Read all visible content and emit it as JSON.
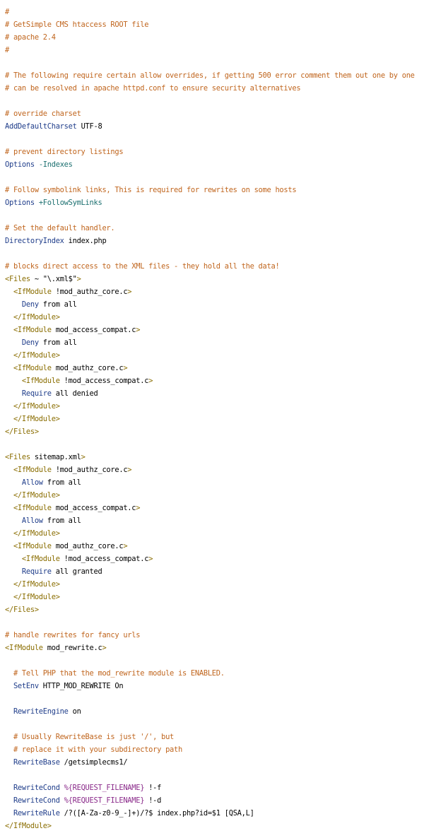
{
  "colors": {
    "comment": "#c0651d",
    "directive": "#1f3d8a",
    "tag": "#8a6d00",
    "tag_name": "#000000",
    "plain": "#000000",
    "string": "#000000",
    "option": "#1c7070",
    "variable": "#8a2a8a",
    "background": "#ffffff"
  },
  "code_lines": [
    [
      {
        "t": "comment",
        "v": "#"
      }
    ],
    [
      {
        "t": "comment",
        "v": "# GetSimple CMS htaccess ROOT file"
      }
    ],
    [
      {
        "t": "comment",
        "v": "# apache 2.4"
      }
    ],
    [
      {
        "t": "comment",
        "v": "#"
      }
    ],
    [],
    [
      {
        "t": "comment",
        "v": "# The following require certain allow overrides, if getting 500 error comment them out one by one"
      }
    ],
    [
      {
        "t": "comment",
        "v": "# can be resolved in apache httpd.conf to ensure security alternatives"
      }
    ],
    [],
    [
      {
        "t": "comment",
        "v": "# override charset"
      }
    ],
    [
      {
        "t": "directive",
        "v": "AddDefaultCharset"
      },
      {
        "t": "plain",
        "v": " UTF-8"
      }
    ],
    [],
    [
      {
        "t": "comment",
        "v": "# prevent directory listings"
      }
    ],
    [
      {
        "t": "directive",
        "v": "Options"
      },
      {
        "t": "plain",
        "v": " "
      },
      {
        "t": "option",
        "v": "-Indexes"
      }
    ],
    [],
    [
      {
        "t": "comment",
        "v": "# Follow symbolink links, This is required for rewrites on some hosts"
      }
    ],
    [
      {
        "t": "directive",
        "v": "Options"
      },
      {
        "t": "plain",
        "v": " "
      },
      {
        "t": "option",
        "v": "+FollowSymLinks"
      }
    ],
    [],
    [
      {
        "t": "comment",
        "v": "# Set the default handler."
      }
    ],
    [
      {
        "t": "directive",
        "v": "DirectoryIndex"
      },
      {
        "t": "plain",
        "v": " index.php"
      }
    ],
    [],
    [
      {
        "t": "comment",
        "v": "# blocks direct access to the XML files - they hold all the data!"
      }
    ],
    [
      {
        "t": "tag",
        "v": "<Files"
      },
      {
        "t": "plain",
        "v": " ~ "
      },
      {
        "t": "string",
        "v": "\"\\.xml$\""
      },
      {
        "t": "tag",
        "v": ">"
      }
    ],
    [
      {
        "t": "plain",
        "v": "  "
      },
      {
        "t": "tag",
        "v": "<IfModule"
      },
      {
        "t": "plain",
        "v": " !mod_authz_core.c"
      },
      {
        "t": "tag",
        "v": ">"
      }
    ],
    [
      {
        "t": "plain",
        "v": "    "
      },
      {
        "t": "directive",
        "v": "Deny"
      },
      {
        "t": "plain",
        "v": " from all"
      }
    ],
    [
      {
        "t": "plain",
        "v": "  "
      },
      {
        "t": "tag",
        "v": "</IfModule>"
      }
    ],
    [
      {
        "t": "plain",
        "v": "  "
      },
      {
        "t": "tag",
        "v": "<IfModule"
      },
      {
        "t": "plain",
        "v": " mod_access_compat.c"
      },
      {
        "t": "tag",
        "v": ">"
      }
    ],
    [
      {
        "t": "plain",
        "v": "    "
      },
      {
        "t": "directive",
        "v": "Deny"
      },
      {
        "t": "plain",
        "v": " from all"
      }
    ],
    [
      {
        "t": "plain",
        "v": "  "
      },
      {
        "t": "tag",
        "v": "</IfModule>"
      }
    ],
    [
      {
        "t": "plain",
        "v": "  "
      },
      {
        "t": "tag",
        "v": "<IfModule"
      },
      {
        "t": "plain",
        "v": " mod_authz_core.c"
      },
      {
        "t": "tag",
        "v": ">"
      }
    ],
    [
      {
        "t": "plain",
        "v": "    "
      },
      {
        "t": "tag",
        "v": "<IfModule"
      },
      {
        "t": "plain",
        "v": " !mod_access_compat.c"
      },
      {
        "t": "tag",
        "v": ">"
      }
    ],
    [
      {
        "t": "plain",
        "v": "    "
      },
      {
        "t": "directive",
        "v": "Require"
      },
      {
        "t": "plain",
        "v": " all denied"
      }
    ],
    [
      {
        "t": "plain",
        "v": "  "
      },
      {
        "t": "tag",
        "v": "</IfModule>"
      }
    ],
    [
      {
        "t": "plain",
        "v": "  "
      },
      {
        "t": "tag",
        "v": "</IfModule>"
      }
    ],
    [
      {
        "t": "tag",
        "v": "</Files>"
      }
    ],
    [],
    [
      {
        "t": "tag",
        "v": "<Files"
      },
      {
        "t": "plain",
        "v": " sitemap.xml"
      },
      {
        "t": "tag",
        "v": ">"
      }
    ],
    [
      {
        "t": "plain",
        "v": "  "
      },
      {
        "t": "tag",
        "v": "<IfModule"
      },
      {
        "t": "plain",
        "v": " !mod_authz_core.c"
      },
      {
        "t": "tag",
        "v": ">"
      }
    ],
    [
      {
        "t": "plain",
        "v": "    "
      },
      {
        "t": "directive",
        "v": "Allow"
      },
      {
        "t": "plain",
        "v": " from all"
      }
    ],
    [
      {
        "t": "plain",
        "v": "  "
      },
      {
        "t": "tag",
        "v": "</IfModule>"
      }
    ],
    [
      {
        "t": "plain",
        "v": "  "
      },
      {
        "t": "tag",
        "v": "<IfModule"
      },
      {
        "t": "plain",
        "v": " mod_access_compat.c"
      },
      {
        "t": "tag",
        "v": ">"
      }
    ],
    [
      {
        "t": "plain",
        "v": "    "
      },
      {
        "t": "directive",
        "v": "Allow"
      },
      {
        "t": "plain",
        "v": " from all"
      }
    ],
    [
      {
        "t": "plain",
        "v": "  "
      },
      {
        "t": "tag",
        "v": "</IfModule>"
      }
    ],
    [
      {
        "t": "plain",
        "v": "  "
      },
      {
        "t": "tag",
        "v": "<IfModule"
      },
      {
        "t": "plain",
        "v": " mod_authz_core.c"
      },
      {
        "t": "tag",
        "v": ">"
      }
    ],
    [
      {
        "t": "plain",
        "v": "    "
      },
      {
        "t": "tag",
        "v": "<IfModule"
      },
      {
        "t": "plain",
        "v": " !mod_access_compat.c"
      },
      {
        "t": "tag",
        "v": ">"
      }
    ],
    [
      {
        "t": "plain",
        "v": "    "
      },
      {
        "t": "directive",
        "v": "Require"
      },
      {
        "t": "plain",
        "v": " all granted"
      }
    ],
    [
      {
        "t": "plain",
        "v": "  "
      },
      {
        "t": "tag",
        "v": "</IfModule>"
      }
    ],
    [
      {
        "t": "plain",
        "v": "  "
      },
      {
        "t": "tag",
        "v": "</IfModule>"
      }
    ],
    [
      {
        "t": "tag",
        "v": "</Files>"
      }
    ],
    [],
    [
      {
        "t": "comment",
        "v": "# handle rewrites for fancy urls"
      }
    ],
    [
      {
        "t": "tag",
        "v": "<IfModule"
      },
      {
        "t": "plain",
        "v": " mod_rewrite.c"
      },
      {
        "t": "tag",
        "v": ">"
      }
    ],
    [],
    [
      {
        "t": "plain",
        "v": "  "
      },
      {
        "t": "comment",
        "v": "# Tell PHP that the mod_rewrite module is ENABLED."
      }
    ],
    [
      {
        "t": "plain",
        "v": "  "
      },
      {
        "t": "directive",
        "v": "SetEnv"
      },
      {
        "t": "plain",
        "v": " HTTP_MOD_REWRITE On"
      }
    ],
    [],
    [
      {
        "t": "plain",
        "v": "  "
      },
      {
        "t": "directive",
        "v": "RewriteEngine"
      },
      {
        "t": "plain",
        "v": " on"
      }
    ],
    [],
    [
      {
        "t": "plain",
        "v": "  "
      },
      {
        "t": "comment",
        "v": "# Usually RewriteBase is just '/', but"
      }
    ],
    [
      {
        "t": "plain",
        "v": "  "
      },
      {
        "t": "comment",
        "v": "# replace it with your subdirectory path"
      }
    ],
    [
      {
        "t": "plain",
        "v": "  "
      },
      {
        "t": "directive",
        "v": "RewriteBase"
      },
      {
        "t": "plain",
        "v": " /getsimplecms1/"
      }
    ],
    [],
    [
      {
        "t": "plain",
        "v": "  "
      },
      {
        "t": "directive",
        "v": "RewriteCond"
      },
      {
        "t": "plain",
        "v": " "
      },
      {
        "t": "variable",
        "v": "%{REQUEST_FILENAME}"
      },
      {
        "t": "plain",
        "v": " !-f"
      }
    ],
    [
      {
        "t": "plain",
        "v": "  "
      },
      {
        "t": "directive",
        "v": "RewriteCond"
      },
      {
        "t": "plain",
        "v": " "
      },
      {
        "t": "variable",
        "v": "%{REQUEST_FILENAME}"
      },
      {
        "t": "plain",
        "v": " !-d"
      }
    ],
    [
      {
        "t": "plain",
        "v": "  "
      },
      {
        "t": "directive",
        "v": "RewriteRule"
      },
      {
        "t": "plain",
        "v": " /?([A-Za-z0-9_-]+)/?$ index.php?id=$1 [QSA,L]"
      }
    ],
    [
      {
        "t": "tag",
        "v": "</IfModule>"
      }
    ]
  ]
}
